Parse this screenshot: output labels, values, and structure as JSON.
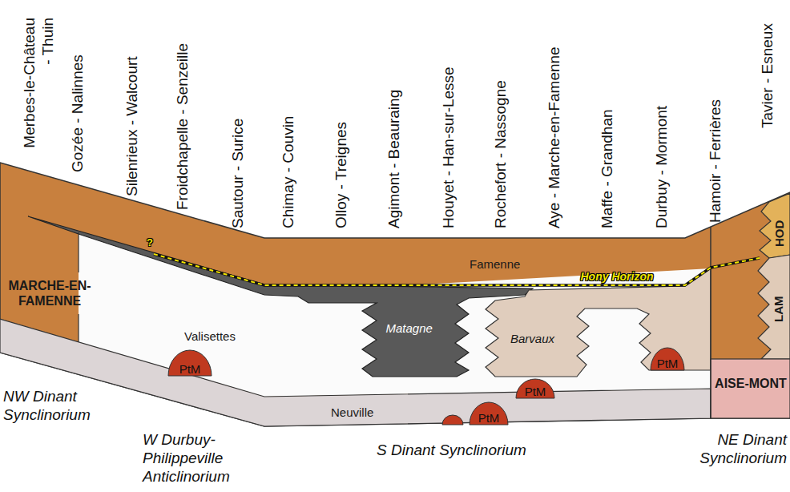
{
  "diagram": {
    "nodes": [
      {
        "text": [
          "Famenne"
        ]
      },
      {
        "text": [
          "MARCHE-EN-FAMENNE"
        ]
      },
      {
        "text": [
          "Valisettes"
        ]
      },
      {
        "text": [
          "PtM"
        ],
        "in": 2
      },
      {
        "text": [
          "Matagne"
        ]
      },
      {
        "text": [
          "Barvaux"
        ]
      },
      {
        "text": [
          "PtM"
        ],
        "in": 5
      },
      {
        "text": [
          "PtM"
        ],
        "in": 2
      },
      {
        "text": [
          "Neuville"
        ]
      },
      {
        "text": [
          "PtM"
        ],
        "in": 8
      },
      {
        "text": [
          "HOD"
        ]
      },
      {
        "text": [
          "LAM"
        ]
      },
      {
        "text": [
          "AISE-MONT"
        ]
      }
    ],
    "labels": [
      "Merbes-le-Château - Thuin",
      "Gozée - Nalinnes",
      "Silenrieux - Walcourt",
      "Froidchapelle - Senzeille",
      "Sautour - Surice",
      "Chimay - Couvin",
      "Olloy - Treignes",
      "Agimont - Beauraing",
      "Houyet - Han-sur-Lesse",
      "Rochefort - Nassogne",
      "Aye - Marche-en-Famenne",
      "Maffe - Grandhan",
      "Durbuy - Mormont",
      "Hamoir - Ferrières",
      "Tavier - Esneux",
      "?",
      "Hony Horizon",
      "NW Dinant Synclinorium",
      "W Durbuy-Philippeville Anticlinorium",
      "S Dinant Synclinorium",
      "NE Dinant Synclinorium"
    ]
  }
}
